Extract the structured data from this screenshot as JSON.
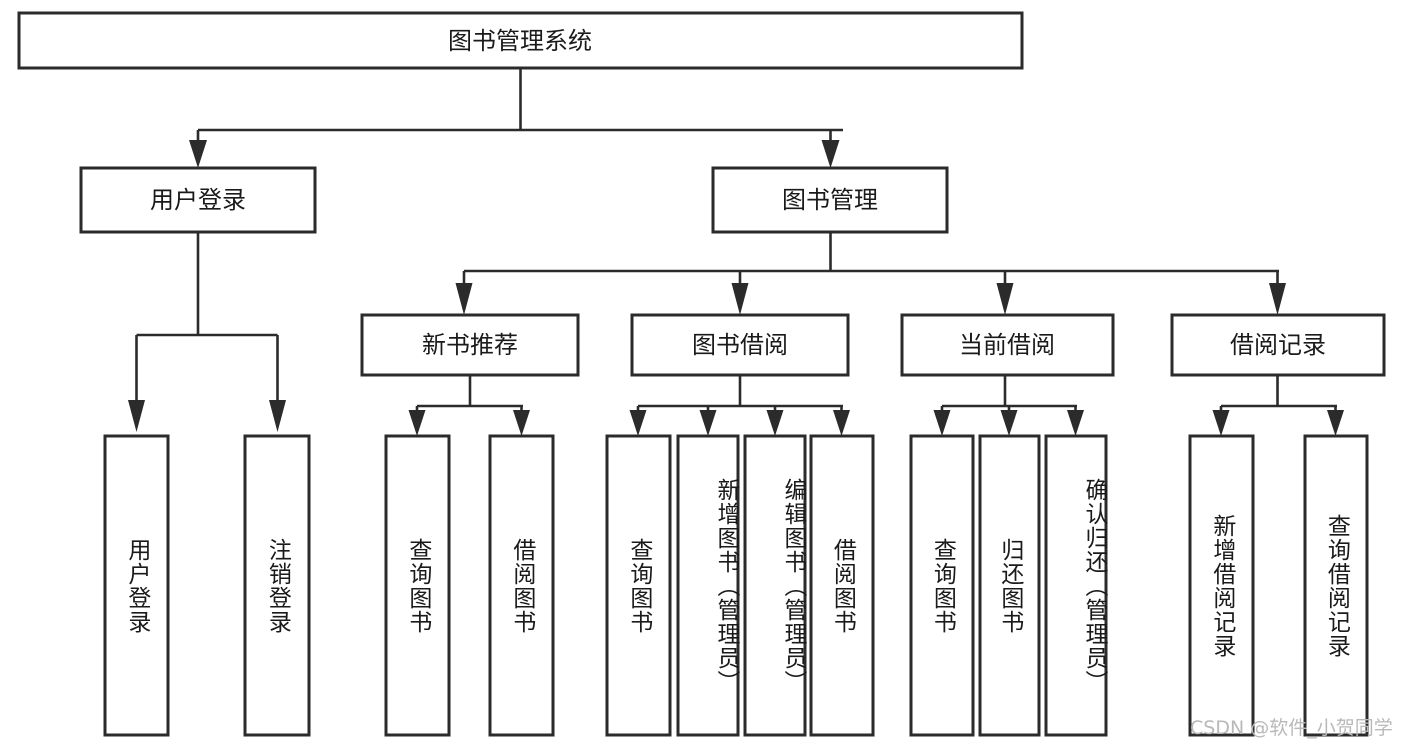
{
  "diagram": {
    "title_node": {
      "label": "图书管理系统"
    },
    "level1": [
      {
        "id": "user-login",
        "label": "用户登录"
      },
      {
        "id": "book-management",
        "label": "图书管理"
      }
    ],
    "level2": [
      {
        "id": "new-book-recommend",
        "label": "新书推荐"
      },
      {
        "id": "book-borrow",
        "label": "图书借阅"
      },
      {
        "id": "current-borrow",
        "label": "当前借阅"
      },
      {
        "id": "borrow-record",
        "label": "借阅记录"
      }
    ],
    "leaves": {
      "user_login": [
        {
          "id": "leaf-user-login",
          "label": "用户登录"
        },
        {
          "id": "leaf-logout",
          "label": "注销登录"
        }
      ],
      "new_book_recommend": [
        {
          "id": "leaf-query-book-1",
          "label": "查询图书"
        },
        {
          "id": "leaf-borrow-book-1",
          "label": "借阅图书"
        }
      ],
      "book_borrow": [
        {
          "id": "leaf-query-book-2",
          "label": "查询图书"
        },
        {
          "id": "leaf-add-book",
          "label": "新增图书（管理员）"
        },
        {
          "id": "leaf-edit-book",
          "label": "编辑图书（管理员）"
        },
        {
          "id": "leaf-borrow-book-2",
          "label": "借阅图书"
        }
      ],
      "current_borrow": [
        {
          "id": "leaf-query-book-3",
          "label": "查询图书"
        },
        {
          "id": "leaf-return-book",
          "label": "归还图书"
        },
        {
          "id": "leaf-confirm-return",
          "label": "确认归还（管理员）"
        }
      ],
      "borrow_record": [
        {
          "id": "leaf-add-record",
          "label": "新增借阅记录"
        },
        {
          "id": "leaf-query-record",
          "label": "查询借阅记录"
        }
      ]
    },
    "watermark": {
      "text": "CSDN @软件_小贺同学"
    },
    "colors": {
      "stroke": "#2b2b2b",
      "fill": "#ffffff",
      "text": "#1a1a1a",
      "watermark": "#b9b9b9"
    }
  }
}
